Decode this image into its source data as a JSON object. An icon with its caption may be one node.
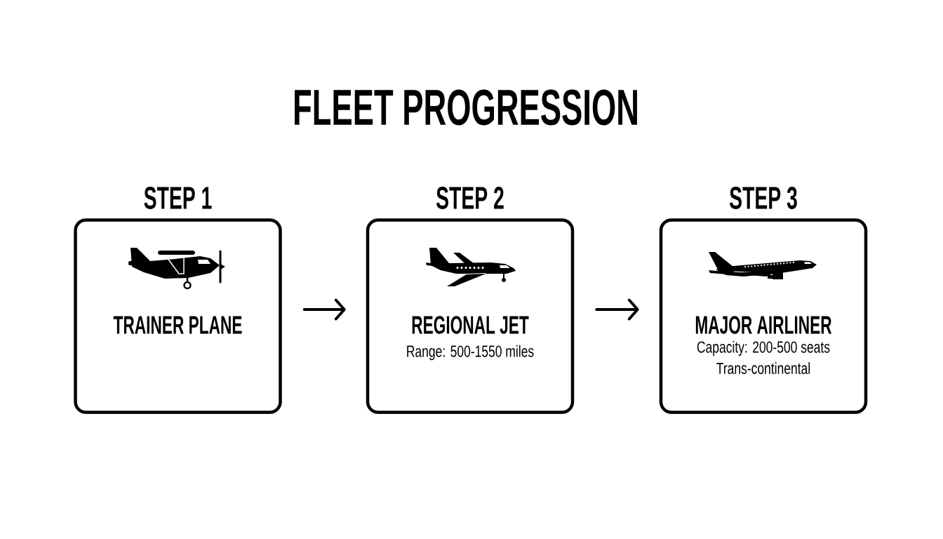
{
  "diagram": {
    "title": "FLEET PROGRESSION",
    "nodes": [
      {
        "text": [
          "STEP 1",
          "TRAINER PLANE"
        ]
      },
      {
        "text": [
          "STEP 2",
          "REGIONAL JET",
          "Range: 500-1550 miles"
        ]
      },
      {
        "text": [
          "STEP 3",
          "MAJOR AIRLINER",
          "Capacity: 200-500 seats",
          "Trans-continental"
        ]
      }
    ],
    "edges": [
      {
        "from": 0,
        "to": 1,
        "arrow": "to"
      },
      {
        "from": 1,
        "to": 2,
        "arrow": "to"
      }
    ]
  }
}
